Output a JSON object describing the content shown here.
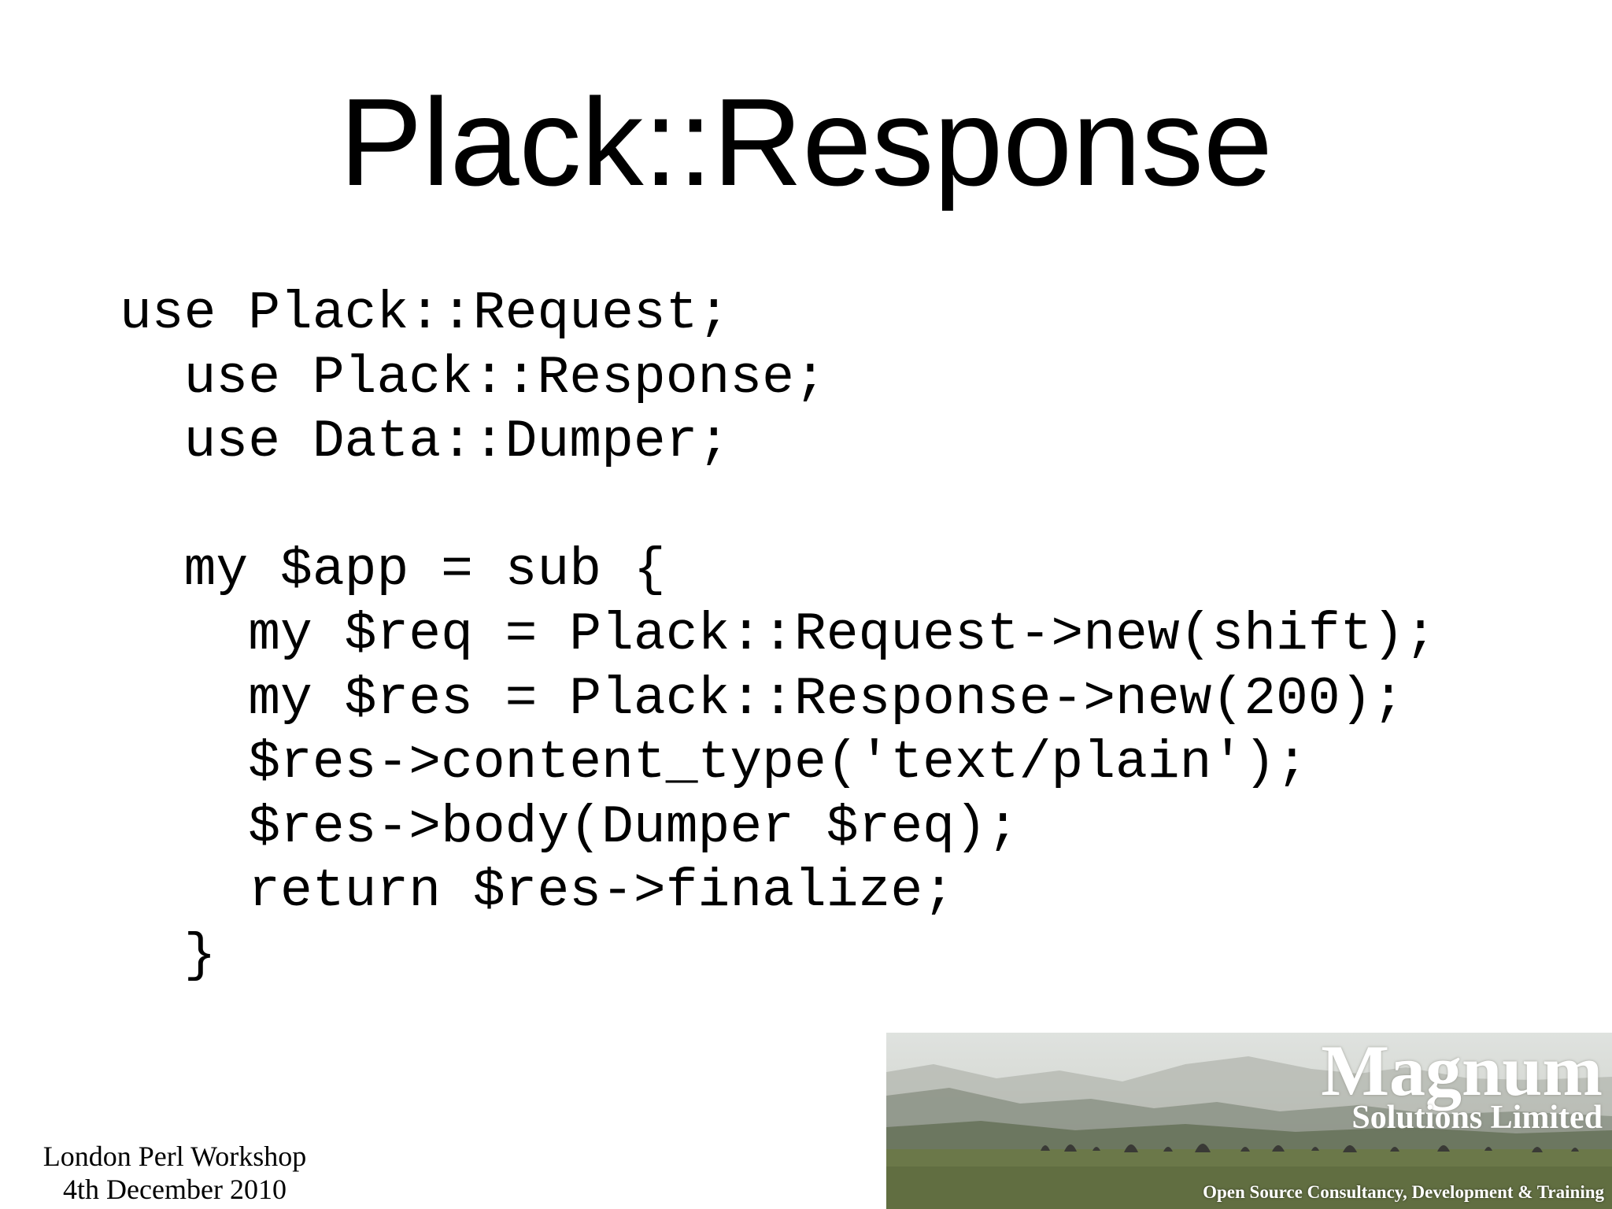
{
  "slide": {
    "title": "Plack::Response",
    "code_lines": [
      "use Plack::Request;",
      "  use Plack::Response;",
      "  use Data::Dumper;",
      "",
      "  my $app = sub {",
      "    my $req = Plack::Request->new(shift);",
      "    my $res = Plack::Response->new(200);",
      "    $res->content_type('text/plain');",
      "    $res->body(Dumper $req);",
      "    return $res->finalize;",
      "  }"
    ]
  },
  "footer": {
    "event": "London Perl Workshop",
    "date": "4th December 2010"
  },
  "banner": {
    "brand_name": "Magnum",
    "brand_sub": "Solutions Limited",
    "tagline": "Open Source Consultancy, Development & Training"
  },
  "colors": {
    "background": "#ffffff",
    "text": "#000000",
    "banner_text": "#ffffff"
  }
}
